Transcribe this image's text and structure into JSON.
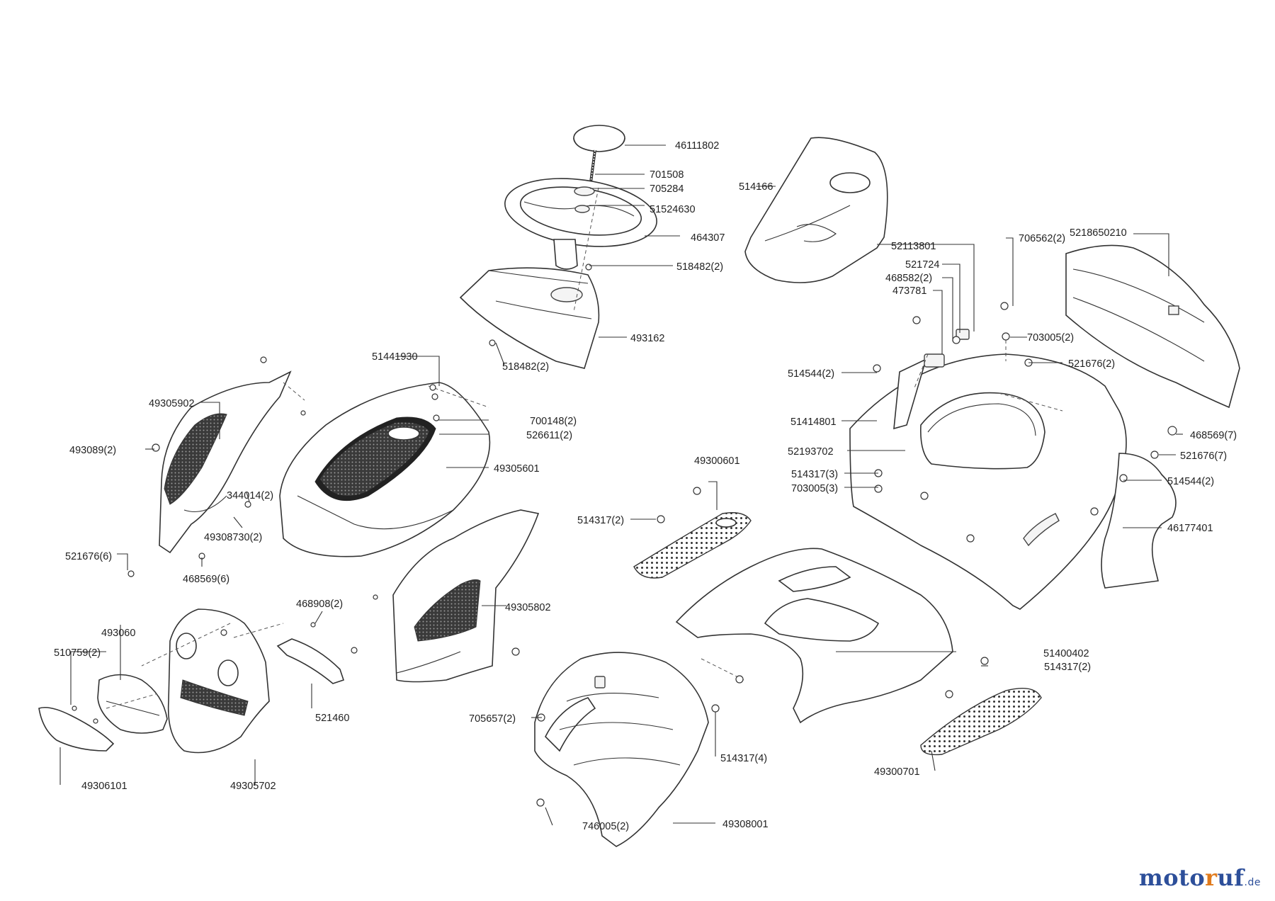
{
  "diagram": {
    "parts": [
      {
        "id": "p46111802",
        "label": "46111802"
      },
      {
        "id": "p701508",
        "label": "701508"
      },
      {
        "id": "p705284",
        "label": "705284"
      },
      {
        "id": "p51524630",
        "label": "51524630"
      },
      {
        "id": "p464307",
        "label": "464307"
      },
      {
        "id": "p518482a",
        "label": "518482(2)"
      },
      {
        "id": "p493162",
        "label": "493162"
      },
      {
        "id": "p518482b",
        "label": "518482(2)"
      },
      {
        "id": "p514166",
        "label": "514166"
      },
      {
        "id": "p52113801",
        "label": "52113801"
      },
      {
        "id": "p521724",
        "label": "521724"
      },
      {
        "id": "p468582",
        "label": "468582(2)"
      },
      {
        "id": "p473781",
        "label": "473781"
      },
      {
        "id": "p706562",
        "label": "706562(2)"
      },
      {
        "id": "p5218650210",
        "label": "5218650210"
      },
      {
        "id": "p703005a",
        "label": "703005(2)"
      },
      {
        "id": "p521676a",
        "label": "521676(2)"
      },
      {
        "id": "p514544a",
        "label": "514544(2)"
      },
      {
        "id": "p514148",
        "label": "51414801"
      },
      {
        "id": "p468569a",
        "label": "468569(7)"
      },
      {
        "id": "p521676b",
        "label": "521676(7)"
      },
      {
        "id": "p52193702",
        "label": "52193702"
      },
      {
        "id": "p514317a",
        "label": "514317(3)"
      },
      {
        "id": "p703005b",
        "label": "703005(3)"
      },
      {
        "id": "p514544b",
        "label": "514544(2)"
      },
      {
        "id": "p46177401",
        "label": "46177401"
      },
      {
        "id": "p51441930",
        "label": "51441930"
      },
      {
        "id": "p700148",
        "label": "700148(2)"
      },
      {
        "id": "p526611",
        "label": "526611(2)"
      },
      {
        "id": "p49305601",
        "label": "49305601"
      },
      {
        "id": "p49305902",
        "label": "49305902"
      },
      {
        "id": "p493089",
        "label": "493089(2)"
      },
      {
        "id": "p344014",
        "label": "344014(2)"
      },
      {
        "id": "p49308730",
        "label": "49308730(2)"
      },
      {
        "id": "p521676c",
        "label": "521676(6)"
      },
      {
        "id": "p468569b",
        "label": "468569(6)"
      },
      {
        "id": "p49300601",
        "label": "49300601"
      },
      {
        "id": "p514317b",
        "label": "514317(2)"
      },
      {
        "id": "p49305802",
        "label": "49305802"
      },
      {
        "id": "p468908",
        "label": "468908(2)"
      },
      {
        "id": "p493060",
        "label": "493060"
      },
      {
        "id": "p510759",
        "label": "510759(2)"
      },
      {
        "id": "p521460",
        "label": "521460"
      },
      {
        "id": "p49306101",
        "label": "49306101"
      },
      {
        "id": "p49305702",
        "label": "49305702"
      },
      {
        "id": "p51400402",
        "label": "51400402"
      },
      {
        "id": "p514317c",
        "label": "514317(2)"
      },
      {
        "id": "p705657",
        "label": "705657(2)"
      },
      {
        "id": "p514317d",
        "label": "514317(4)"
      },
      {
        "id": "p49300701",
        "label": "49300701"
      },
      {
        "id": "p746005",
        "label": "746005(2)"
      },
      {
        "id": "p49308001",
        "label": "49308001"
      }
    ]
  },
  "watermark": {
    "brand_part1": "moto",
    "brand_part2": "r",
    "brand_part3": "uf",
    "tld": ".de"
  },
  "colors": {
    "line": "#333333",
    "watermark_blue": "#2d4f9a",
    "watermark_orange": "#e07a1c"
  }
}
